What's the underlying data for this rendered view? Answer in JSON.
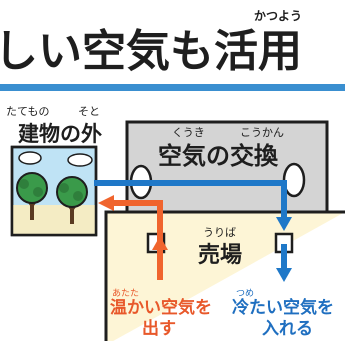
{
  "title": {
    "text": "しい空気も活用",
    "ruby_katsuyou": "かつよう"
  },
  "outside": {
    "label": "建物の外",
    "ruby_tatemono": "たてもの",
    "ruby_soto": "そと"
  },
  "exchanger": {
    "label": "空気の交換",
    "ruby_kuuki": "くうき",
    "ruby_koukan": "こうかん"
  },
  "store": {
    "label": "売場",
    "ruby_uriba": "うりば"
  },
  "warm_air": {
    "ruby": "あたた",
    "line1": "温かい空気を",
    "line2": "出す"
  },
  "cold_air": {
    "ruby": "つめ",
    "line1": "冷たい空気を",
    "line2": "入れる"
  },
  "colors": {
    "warm_arrow": "#f0642d",
    "cold_arrow": "#1f78c8",
    "store_fill": "#fdf5d6",
    "exchanger_fill": "#d4d4d4",
    "accent_line": "#3a8fd0"
  }
}
